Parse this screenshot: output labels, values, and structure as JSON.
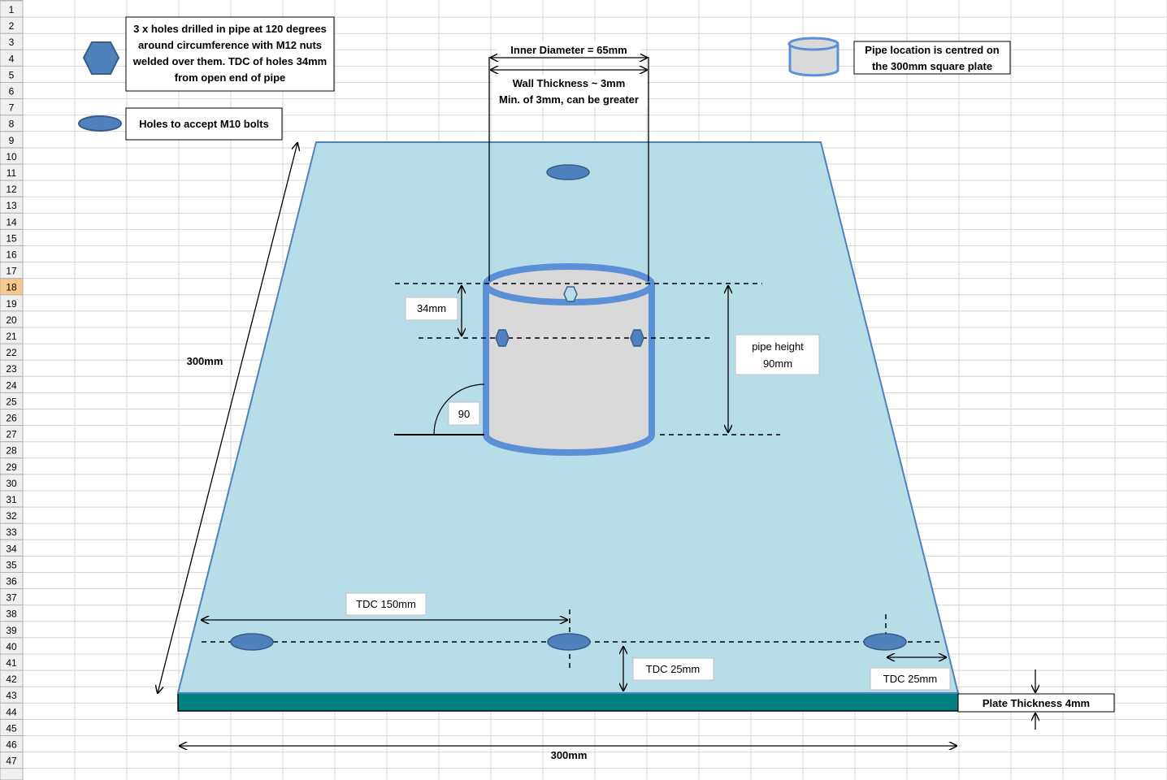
{
  "row_headers": [
    "1",
    "2",
    "3",
    "4",
    "5",
    "6",
    "7",
    "8",
    "9",
    "10",
    "11",
    "12",
    "13",
    "14",
    "15",
    "16",
    "17",
    "18",
    "19",
    "20",
    "21",
    "22",
    "23",
    "24",
    "25",
    "26",
    "27",
    "28",
    "29",
    "30",
    "31",
    "32",
    "33",
    "34",
    "35",
    "36",
    "37",
    "38",
    "39",
    "40",
    "41",
    "42",
    "43",
    "44",
    "45",
    "46",
    "47"
  ],
  "selected_row": "18",
  "legend": {
    "nut_holes_lines": [
      "3 x holes drilled in pipe at 120 degrees",
      "around circumference with M12 nuts",
      "welded over them. TDC of holes 34mm",
      "from open end of pipe"
    ],
    "bolt_holes": "Holes to accept M10 bolts",
    "pipe_location_lines": [
      "Pipe location is centred on",
      "the 300mm square plate"
    ]
  },
  "labels": {
    "inner_diameter": "Inner Diameter = 65mm",
    "wall_thickness": "Wall Thickness ~ 3mm",
    "wall_thickness_note": "Min. of 3mm,  can be greater",
    "hole_depth": "34mm",
    "pipe_height_lines": [
      "pipe height",
      "90mm"
    ],
    "angle": "90",
    "plate_depth": "300mm",
    "plate_width": "300mm",
    "tdc_150": "TDC 150mm",
    "tdc_25_vertical": "TDC 25mm",
    "tdc_25_side": "TDC 25mm",
    "plate_thickness": "Plate Thickness 4mm"
  },
  "colors": {
    "plate_top": "#b7dde8",
    "plate_edge": "#4f81bd",
    "plate_side": "#008080",
    "pipe_fill": "#d9d9d9",
    "pipe_stroke": "#5b8fd6",
    "hole_fill": "#4f81bd",
    "hole_stroke": "#385d8a",
    "grid_line": "#d4d4d4",
    "header_bg": "#f0f0f0",
    "selected_header_bg": "#f7c98b"
  }
}
